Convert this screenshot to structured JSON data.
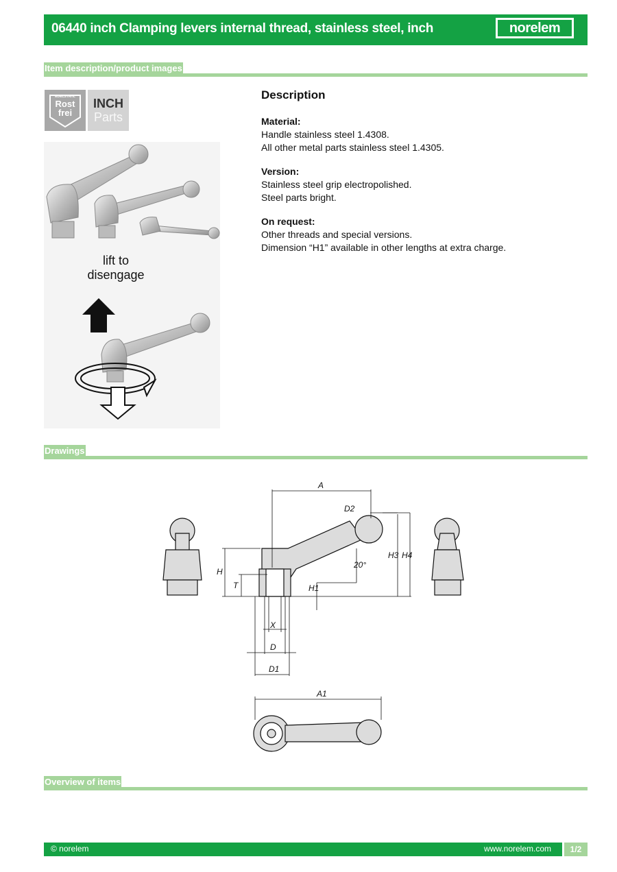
{
  "header": {
    "title": "06440 inch Clamping levers internal thread, stainless steel, inch",
    "logo": "norelem"
  },
  "sections": {
    "item_description": "Item description/product images",
    "drawings": "Drawings",
    "overview": "Overview of items"
  },
  "badges": {
    "rostfrei_small": "EDELSTAHL",
    "rostfrei_line1": "Rost",
    "rostfrei_line2": "frei",
    "inch_line1": "INCH",
    "inch_line2": "Parts"
  },
  "photo": {
    "lift_line1": "lift to",
    "lift_line2": "disengage"
  },
  "description": {
    "title": "Description",
    "material_heading": "Material:",
    "material_line1": "Handle stainless steel 1.4308.",
    "material_line2": "All other metal parts stainless steel 1.4305.",
    "version_heading": "Version:",
    "version_line1": "Stainless steel grip electropolished.",
    "version_line2": "Steel parts bright.",
    "request_heading": "On request:",
    "request_line1": "Other threads and special versions.",
    "request_line2": "Dimension “H1” available in other lengths at extra charge."
  },
  "drawing_labels": {
    "A": "A",
    "A1": "A1",
    "D": "D",
    "D1": "D1",
    "D2": "D2",
    "H": "H",
    "H1": "H1",
    "H3": "H3",
    "H4": "H4",
    "T": "T",
    "X": "X",
    "angle": "20°"
  },
  "footer": {
    "copyright": "© norelem",
    "website": "www.norelem.com",
    "page": "1/2"
  }
}
